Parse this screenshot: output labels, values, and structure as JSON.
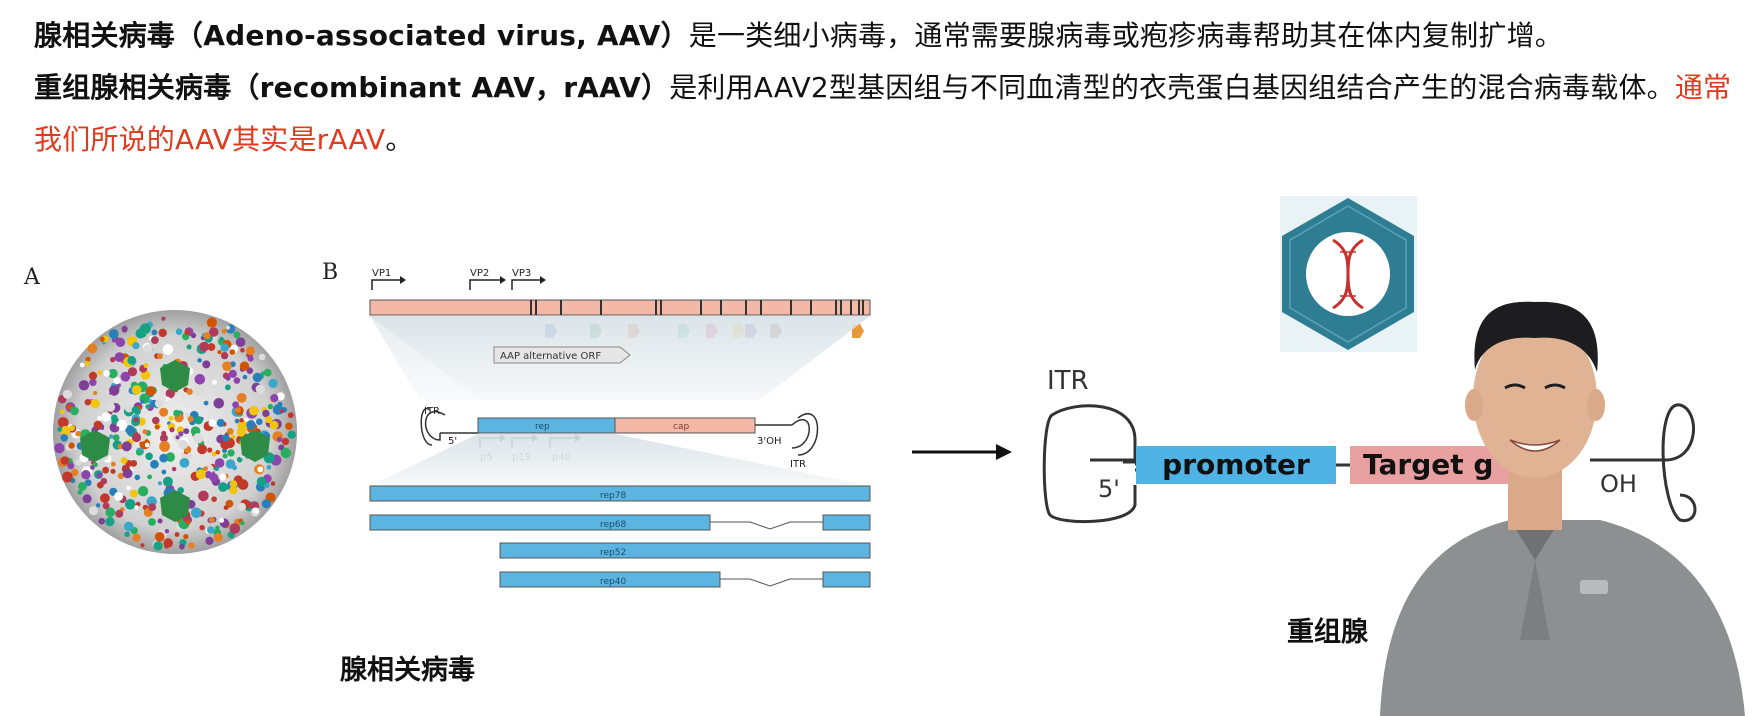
{
  "intro": {
    "p1_bold": "腺相关病毒（Adeno-associated virus, AAV）",
    "p1_rest": "是一类细小病毒，通常需要腺病毒或疱疹病毒帮助其在体内复制扩增。",
    "p2_bold": "重组腺相关病毒（recombinant AAV，rAAV）",
    "p2_rest": "是利用AAV2型基因组与不同血清型的衣壳蛋白基因组结合产生的混合病毒载体。",
    "p2_red": "通常我们所说的AAV其实是rAAV",
    "p2_end": "。"
  },
  "figure_left": {
    "panel_a": "A",
    "panel_b": "B",
    "vp_labels": [
      "VP1",
      "VP2",
      "VP3"
    ],
    "aap_label": "AAP alternative ORF",
    "itr_left": "ITR",
    "five_prime": "5'",
    "rep_label": "rep",
    "cap_label": "cap",
    "three_oh": "3'OH",
    "itr_right": "ITR",
    "promoters": [
      "p5",
      "p19",
      "p40"
    ],
    "rep_isoforms": [
      "rep78",
      "rep68",
      "rep52",
      "rep40"
    ],
    "caption": "腺相关病毒"
  },
  "figure_right": {
    "itr_label": "ITR",
    "five_prime": "5'",
    "promoter_label": "promoter",
    "target_label": "Target g",
    "oh_label": "OH",
    "caption": "重组腺"
  },
  "colors": {
    "red_text": "#e03b1e",
    "promoter_blue": "#4fb3e6",
    "target_pink": "#e8a0a0",
    "rep_blue": "#5bb5e0",
    "cap_pink": "#f2b8a8",
    "hex_teal": "#2f7d93"
  }
}
